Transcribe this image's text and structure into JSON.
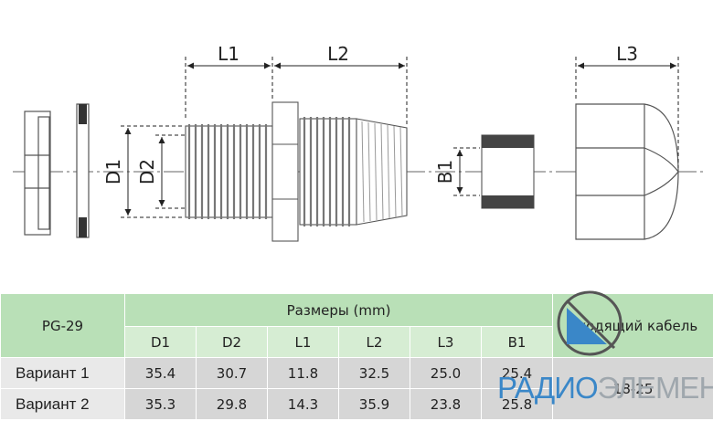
{
  "drawing": {
    "dimension_labels": {
      "L1": "L1",
      "L2": "L2",
      "L3": "L3",
      "D1": "D1",
      "D2": "D2",
      "B1": "B1"
    }
  },
  "table": {
    "model": "PG-29",
    "group_header": "Размеры (mm)",
    "cable_header": "Входящий кабель",
    "columns": [
      "D1",
      "D2",
      "L1",
      "L2",
      "L3",
      "B1"
    ],
    "rows": [
      {
        "name": "Вариант 1",
        "values": [
          "35.4",
          "30.7",
          "11.8",
          "32.5",
          "25.0",
          "25.4"
        ],
        "cable": "18-25"
      },
      {
        "name": "Вариант 2",
        "values": [
          "35.3",
          "29.8",
          "14.3",
          "35.9",
          "23.8",
          "25.8"
        ],
        "cable": ""
      }
    ]
  },
  "watermark": {
    "part1": "РАДИО",
    "part2": "ЭЛЕМЕНТ",
    "color_blue": "#3a87c8",
    "color_grey": "#9fa7ad"
  }
}
